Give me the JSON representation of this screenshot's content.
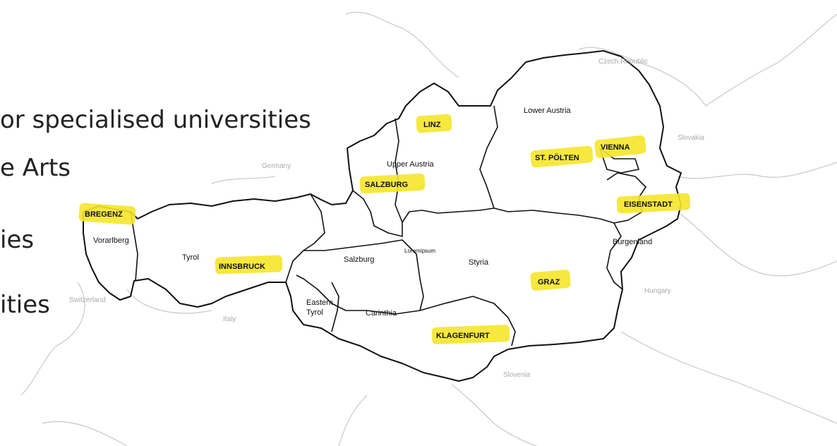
{
  "bullets": [
    "or specialised universities",
    "e Arts",
    "ies",
    "ities"
  ],
  "countries": {
    "czech": "Czech Republic",
    "slovakia": "Slovakia",
    "germany": "Germany",
    "switzerland": "Switzerland",
    "italy": "Italy",
    "hungary": "Hungary",
    "slovenia": "Slovenia"
  },
  "states": {
    "lower_austria": "Lower Austria",
    "upper_austria": "Upper Austria",
    "vorarlberg": "Vorarlberg",
    "tyrol": "Tyrol",
    "salzburg": "Salzburg",
    "styria": "Styria",
    "burgenland": "Burgenland",
    "eastern_tyrol_1": "Eastern",
    "eastern_tyrol_2": "Tyrol",
    "carinthia": "Carinthia",
    "loremipsum": "Loremipsum"
  },
  "cities": {
    "linz": "LINZ",
    "st_polten": "ST. PÖLTEN",
    "vienna": "VIENNA",
    "salzburg": "SALZBURG",
    "eisenstadt": "EISENSTADT",
    "bregenz": "BREGENZ",
    "innsbruck": "INNSBRUCK",
    "graz": "GRAZ",
    "klagenfurt": "KLAGENFURT"
  },
  "colors": {
    "highlight": "#f5e52a",
    "border": "#111111",
    "neighbor": "#c8c8c8"
  }
}
